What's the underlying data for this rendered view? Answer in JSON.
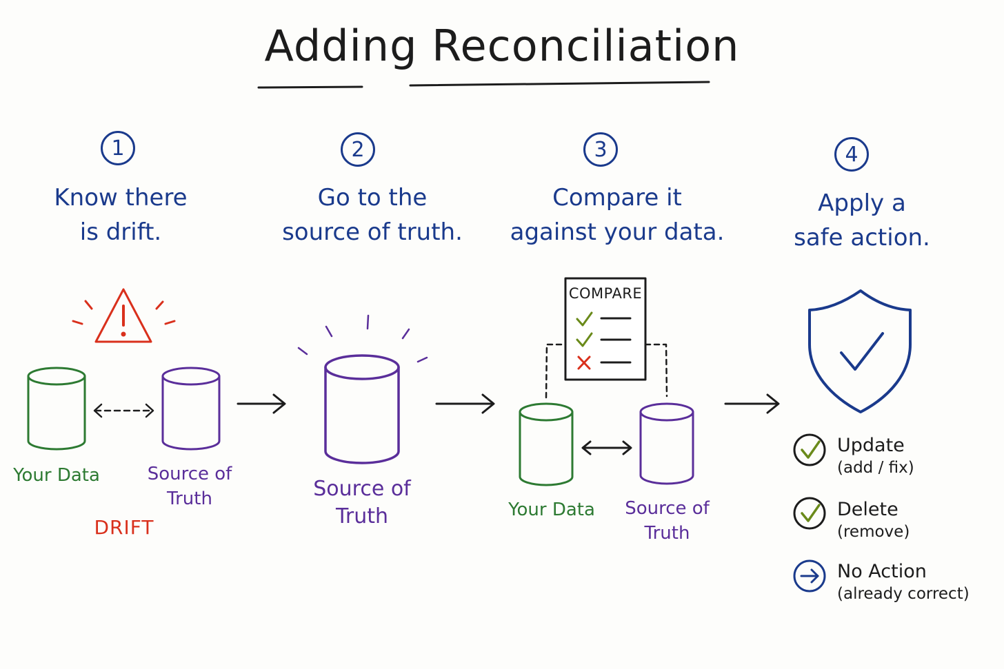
{
  "title": "Adding Reconciliation",
  "colors": {
    "heading": "#1a3a8c",
    "your_data": "#2d7a32",
    "source_of_truth": "#5a2e9a",
    "drift": "#d9301c",
    "check": "#6a8a1a",
    "ink": "#1c1c1c"
  },
  "steps": [
    {
      "number": "1",
      "heading": "Know there\nis drift."
    },
    {
      "number": "2",
      "heading": "Go to the\nsource of truth."
    },
    {
      "number": "3",
      "heading": "Compare it\nagainst your data."
    },
    {
      "number": "4",
      "heading": "Apply a\nsafe action."
    }
  ],
  "step1": {
    "your_data": "Your Data",
    "source_of_truth": "Source of\nTruth",
    "drift": "DRIFT",
    "icon": "warning-icon"
  },
  "step2": {
    "source_of_truth": "Source of\nTruth"
  },
  "step3": {
    "compare_title": "COMPARE",
    "checklist": [
      "check",
      "check",
      "cross"
    ],
    "your_data": "Your Data",
    "source_of_truth": "Source of\nTruth"
  },
  "step4": {
    "icon": "shield-check-icon",
    "actions": [
      {
        "label": "Update",
        "sub": "(add / fix)",
        "icon": "check-circle-icon"
      },
      {
        "label": "Delete",
        "sub": "(remove)",
        "icon": "check-circle-icon"
      },
      {
        "label": "No Action",
        "sub": "(already correct)",
        "icon": "arrow-circle-icon"
      }
    ]
  }
}
